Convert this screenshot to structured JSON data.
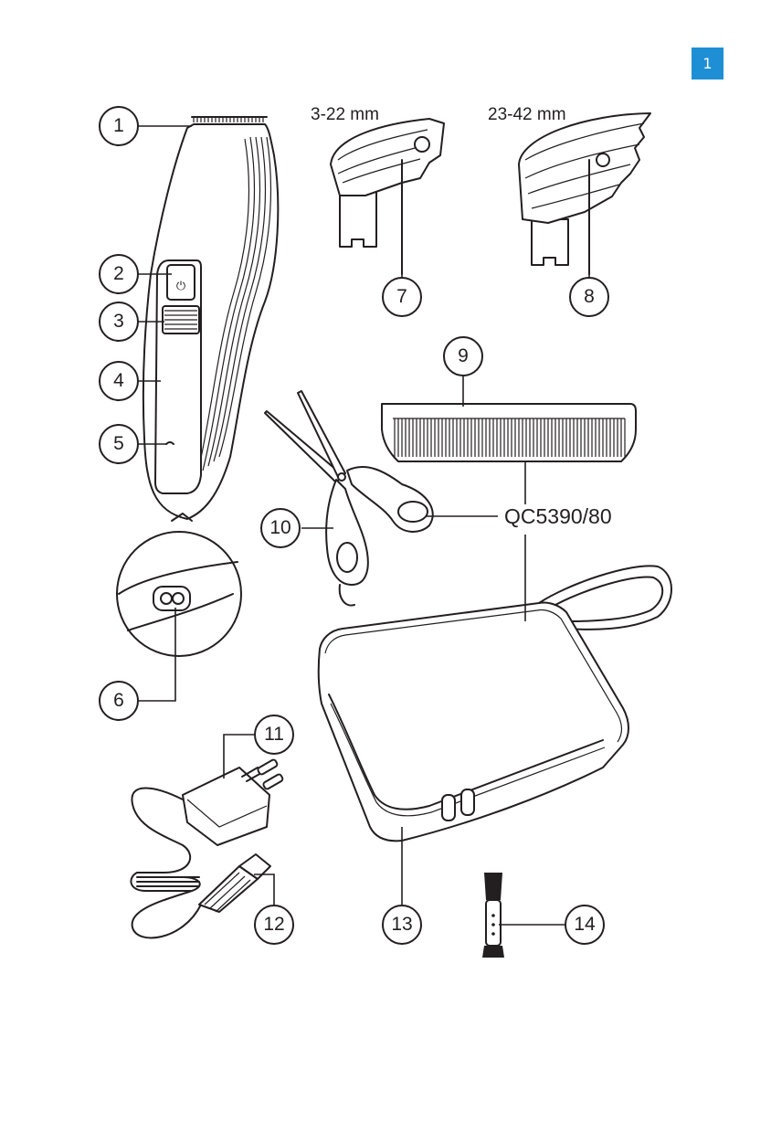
{
  "page_number": "1",
  "model": "QC5390/80",
  "attachment_labels": {
    "small_comb": "3-22 mm",
    "large_comb": "23-42 mm"
  },
  "callouts": [
    {
      "n": "1",
      "part": "cutting-unit"
    },
    {
      "n": "2",
      "part": "on-off-button"
    },
    {
      "n": "3",
      "part": "length-setting-wheel"
    },
    {
      "n": "4",
      "part": "handle"
    },
    {
      "n": "5",
      "part": "charging-light"
    },
    {
      "n": "6",
      "part": "socket-for-appliance-plug"
    },
    {
      "n": "7",
      "part": "small-hair-length-comb"
    },
    {
      "n": "8",
      "part": "large-hair-length-comb"
    },
    {
      "n": "9",
      "part": "comb"
    },
    {
      "n": "10",
      "part": "scissors"
    },
    {
      "n": "11",
      "part": "adapter"
    },
    {
      "n": "12",
      "part": "appliance-plug"
    },
    {
      "n": "13",
      "part": "pouch"
    },
    {
      "n": "14",
      "part": "cleaning-brush"
    }
  ]
}
